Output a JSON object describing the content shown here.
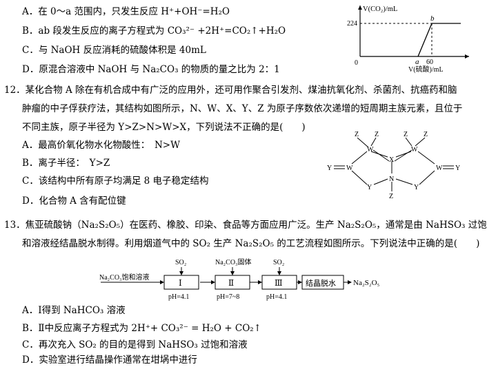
{
  "q11": {
    "options": [
      "A．在 0～a 范围内，只发生反应 H⁺+OH⁻=H₂O",
      "B．ab 段发生反应的离子方程式为 CO₃²⁻ +2H⁺=CO₂↑+H₂O",
      "C．与 NaOH 反应消耗的硫酸体积是 40mL",
      "D．原混合溶液中 NaOH 与 Na₂CO₃ 的物质的量之比为 2：1"
    ],
    "graph": {
      "ylabel": "V(CO₂)/mL",
      "xlabel": "V(硫酸)/mL",
      "y_tick": "224",
      "x_tick": "60",
      "origin": "0",
      "point_a": "a",
      "point_b": "b"
    }
  },
  "q12": {
    "stem_line1": "12．某化合物 A 除在有机合成中有广泛的应用外，还可用作聚合引发剂、煤油抗氧化剂、杀菌剂、抗癌药和脑",
    "stem_line2": "肿瘤的中子俘获疗法，其结构如图所示，N、W、X、Y、Z 为原子序数依次递增的短周期主族元素，且位于",
    "stem_line3": "不同主族，原子半径为 Y>Z>N>W>X，下列说法不正确的是(　　)",
    "options": [
      "A．最高价氧化物水化物酸性：　N>W",
      "B．离子半径：　Y>Z",
      "C．该结构中所有原子均满足 8 电子稳定结构",
      "D．化合物 A 含有配位键"
    ],
    "structure": {
      "Z": "Z",
      "W": "W",
      "X": "X",
      "Y": "Y",
      "N": "N"
    }
  },
  "q13": {
    "stem_line1": "13．焦亚硫酸钠（Na₂S₂O₅）在医药、橡胶、印染、食品等方面应用广泛。生产 Na₂S₂O₅，通常是由 NaHSO₃ 过饱",
    "stem_line2": "和溶液经结晶脱水制得。利用烟道气中的 SO₂ 生产 Na₂S₂O₅ 的工艺流程如图所示。下列说法中正确的是(　　)",
    "flow": {
      "input": "Na₂CO₃饱和溶液",
      "box1": "Ⅰ",
      "box2": "Ⅱ",
      "box3": "Ⅲ",
      "box4": "结晶脱水",
      "output": "Na₂S₂O₅",
      "top1": "SO₂",
      "top2": "Na₂CO₃固体",
      "top3": "SO₂",
      "ph1": "pH=4.1",
      "ph2": "pH=7~8",
      "ph3": "pH=4.1"
    },
    "options": [
      "A．Ⅰ得到 NaHCO₃ 溶液",
      "B．Ⅱ中反应离子方程式为 2H⁺+ CO₃²⁻ = H₂O + CO₂↑",
      "C．再次充入 SO₂ 的目的是得到 NaHSO₃ 过饱和溶液",
      "D．实验室进行结晶操作通常在坩埚中进行"
    ]
  }
}
